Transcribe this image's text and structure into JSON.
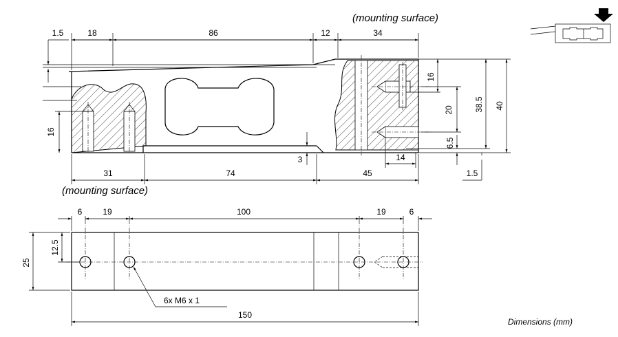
{
  "labels": {
    "mounting_surface_top": "(mounting surface)",
    "mounting_surface_bottom": "(mounting surface)",
    "dimensions_note": "Dimensions (mm)",
    "thread_note": "6x M6 x 1"
  },
  "side_view": {
    "top_dims": [
      "1.5",
      "18",
      "86",
      "12",
      "34"
    ],
    "bottom_dims": [
      "31",
      "74",
      "45"
    ],
    "left_dim": "16",
    "right_dims": [
      "16",
      "20",
      "38.5",
      "40",
      "6.5",
      "14",
      "1.5"
    ],
    "gap_dim": "3"
  },
  "top_view": {
    "top_dims": [
      "6",
      "19",
      "100",
      "19",
      "6"
    ],
    "left_dims": [
      "12.5",
      "25"
    ],
    "overall_length": "150"
  }
}
